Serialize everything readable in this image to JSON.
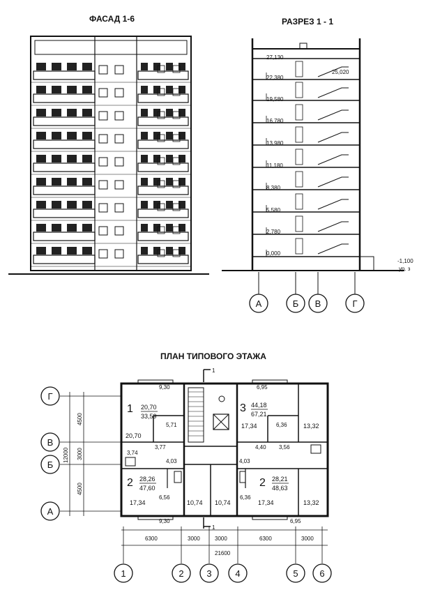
{
  "titles": {
    "facade": "ФАСАД 1-6",
    "section": "РАЗРЕЗ 1 - 1",
    "plan": "ПЛАН ТИПОВОГО ЭТАЖА"
  },
  "section": {
    "levels": [
      "27,130",
      "22,380",
      "19,580",
      "16,780",
      "13,980",
      "11,180",
      "8,380",
      "5,580",
      "2,780",
      "0,000"
    ],
    "roof_mark": "25,020",
    "ground_mark": "-1,100",
    "ground_note": "ур. з",
    "axes": [
      "А",
      "Б",
      "В",
      "Г"
    ]
  },
  "plan": {
    "cut_mark": "1",
    "row_axes": [
      "Г",
      "В",
      "Б",
      "А"
    ],
    "row_dims": [
      "4500",
      "3000",
      "4500"
    ],
    "total_height": "12000",
    "col_axes": [
      "1",
      "2",
      "3",
      "4",
      "5",
      "6"
    ],
    "col_dims": [
      "6300",
      "3000",
      "3000",
      "6300",
      "3000"
    ],
    "total_width": "21600",
    "apartments": {
      "a1": {
        "number": "1",
        "living": "20,70",
        "total": "33,59"
      },
      "a2": {
        "number": "2",
        "living": "28,26",
        "total": "47,60"
      },
      "a3": {
        "number": "3",
        "living": "44,18",
        "total": "67,21"
      },
      "a4": {
        "number": "2",
        "living": "28,21",
        "total": "48,63"
      }
    },
    "rooms": {
      "r1": "20,70",
      "r2": "17,34",
      "r3": "10,74",
      "r4": "10,74",
      "r5": "17,34",
      "r6": "17,34",
      "r7": "13,32",
      "r8": "13,32"
    },
    "small": {
      "s1": "9,30",
      "s2": "9,30",
      "s3": "6,95",
      "s4": "6,95",
      "s5": "3,77",
      "s6": "3,74",
      "s7": "4,03",
      "s8": "4,03",
      "s9": "4,40",
      "s10": "3,56",
      "s11": "6,56",
      "s12": "6,36",
      "s13": "6,36",
      "s14": "5,71"
    }
  }
}
